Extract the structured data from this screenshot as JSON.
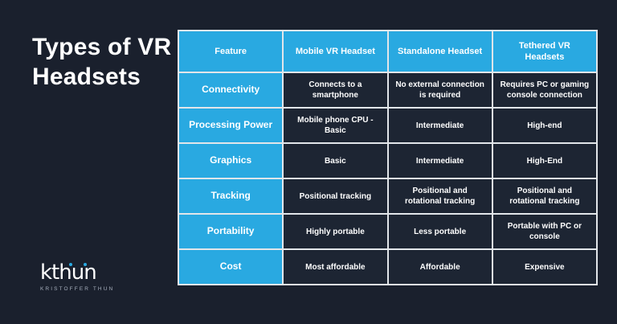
{
  "page": {
    "title_line1": "Types of VR",
    "title_line2": "Headsets"
  },
  "logo": {
    "brand": "kthun",
    "subtext": "KRISTOFFER THUN"
  },
  "colors": {
    "accent_cyan": "#29a9e1",
    "background": "#1a202d",
    "cell_dark": "#1d2533",
    "border_light": "#e2e6ea"
  },
  "chart_data": {
    "type": "table",
    "title": "Types of VR Headsets",
    "columns": [
      "Feature",
      "Mobile VR Headset",
      "Standalone Headset",
      "Tethered VR Headsets"
    ],
    "rows": [
      [
        "Connectivity",
        "Connects to a smartphone",
        "No external connection is required",
        "Requires PC or gaming console connection"
      ],
      [
        "Processing Power",
        "Mobile phone CPU - Basic",
        "Intermediate",
        "High-end"
      ],
      [
        "Graphics",
        "Basic",
        "Intermediate",
        "High-End"
      ],
      [
        "Tracking",
        "Positional tracking",
        "Positional and rotational tracking",
        "Positional and rotational tracking"
      ],
      [
        "Portability",
        "Highly portable",
        "Less portable",
        "Portable with PC or console"
      ],
      [
        "Cost",
        "Most affordable",
        "Affordable",
        "Expensive"
      ]
    ],
    "layout": {
      "header_background": "#29a9e1",
      "label_column_background": "#29a9e1",
      "value_cell_background": "#1d2533",
      "grid_lines": "on"
    }
  }
}
